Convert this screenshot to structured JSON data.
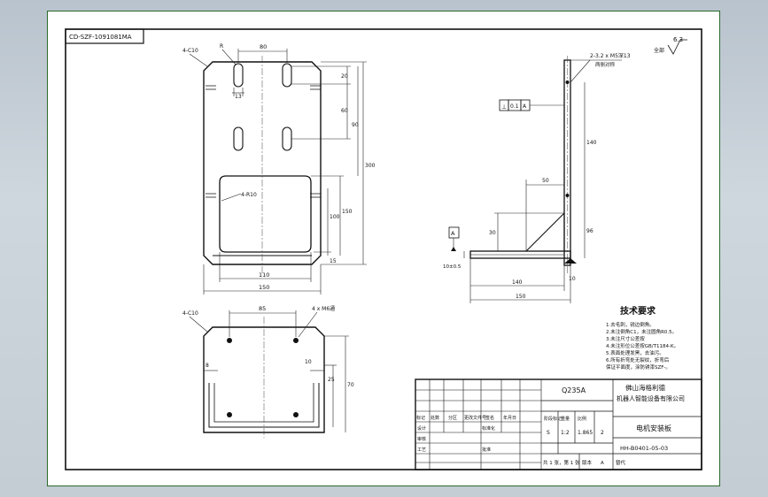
{
  "drawing": {
    "code_box": "CD-SZF-1091081MA",
    "roughness": "6.3",
    "roughness_label": "全部",
    "front_view": {
      "dims": {
        "top_width": "80",
        "slot_width": "13",
        "radius_r": "R",
        "chamfer_tl": "4-C10",
        "r10": "4-R10",
        "right_20": "20",
        "right_60": "60",
        "right_90": "90",
        "right_300": "300",
        "right_150": "150",
        "right_100": "100",
        "right_15": "15",
        "bottom_110": "110",
        "bottom_150": "150"
      }
    },
    "side_view": {
      "dims": {
        "hole_note": "2-3.2 x M5深13",
        "hole_note_sub": "两侧对称",
        "flat_a": "⊥",
        "flat_b": "0.1",
        "flat_c": "A",
        "datum": "A",
        "d140": "140",
        "d50": "50",
        "d96": "96",
        "d30": "30",
        "d140b": "140",
        "d150": "150",
        "d10": "10",
        "left_dim": "10±0.5"
      }
    },
    "top_view": {
      "dims": {
        "chamfer": "4-C10",
        "width_85": "85",
        "holes": "4 x M6通",
        "d8": "8",
        "d25": "25",
        "d70": "70",
        "d10": "10"
      }
    },
    "tech_req": {
      "title": "技术要求",
      "items": [
        "1.去毛刺，锐边倒角。",
        "2.未注倒角C1，未注圆角R0.5。",
        "3.未注尺寸公差按",
        "4.未注形位公差按GB/T1184-K。",
        "5.表面处理发黑，去油污。",
        "6.所有折弯处无裂纹，折弯后",
        "  保证平面度，涂防锈漆SZF-。"
      ]
    },
    "title_block": {
      "material": "Q235A",
      "company_line1": "佛山海格利德",
      "company_line2": "机器人智能设备有限公司",
      "part_name": "电机安装板",
      "part_no": "HH-B0401-05-03",
      "h_labels": [
        "标记",
        "处数",
        "分区",
        "更改文件号",
        "签名",
        "年月日"
      ],
      "row_design": "设计",
      "row_std": "标准化",
      "row_check": "审核",
      "row_process": "工艺",
      "row_approve": "批准",
      "stage_label": "阶段标记",
      "weight_label": "重量",
      "scale_label": "比例",
      "scale_value": "1:2",
      "weight_value": "1.865",
      "count_value": "2",
      "stage_value": "S",
      "sheets": "共 1 张，第 1 张",
      "version_label": "版本",
      "version_value": "A",
      "replace_label": "替代"
    }
  },
  "colors": {
    "frame": "#2a6b2a",
    "ink": "#111111"
  }
}
